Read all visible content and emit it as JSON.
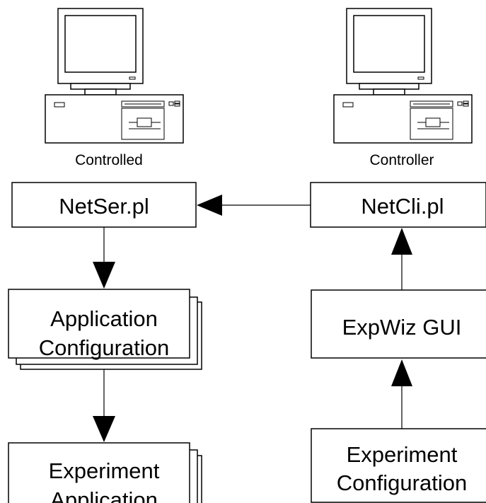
{
  "computers": {
    "left_label": "Controlled",
    "right_label": "Controller"
  },
  "boxes": {
    "netser": "NetSer.pl",
    "netcli": "NetCli.pl",
    "app_config": [
      "Application",
      "Configuration"
    ],
    "expwiz": "ExpWiz GUI",
    "exp_app": [
      "Experiment",
      "Application"
    ],
    "exp_config": [
      "Experiment",
      "Configuration"
    ]
  },
  "icons": [
    "computer-icon",
    "computer-icon"
  ]
}
